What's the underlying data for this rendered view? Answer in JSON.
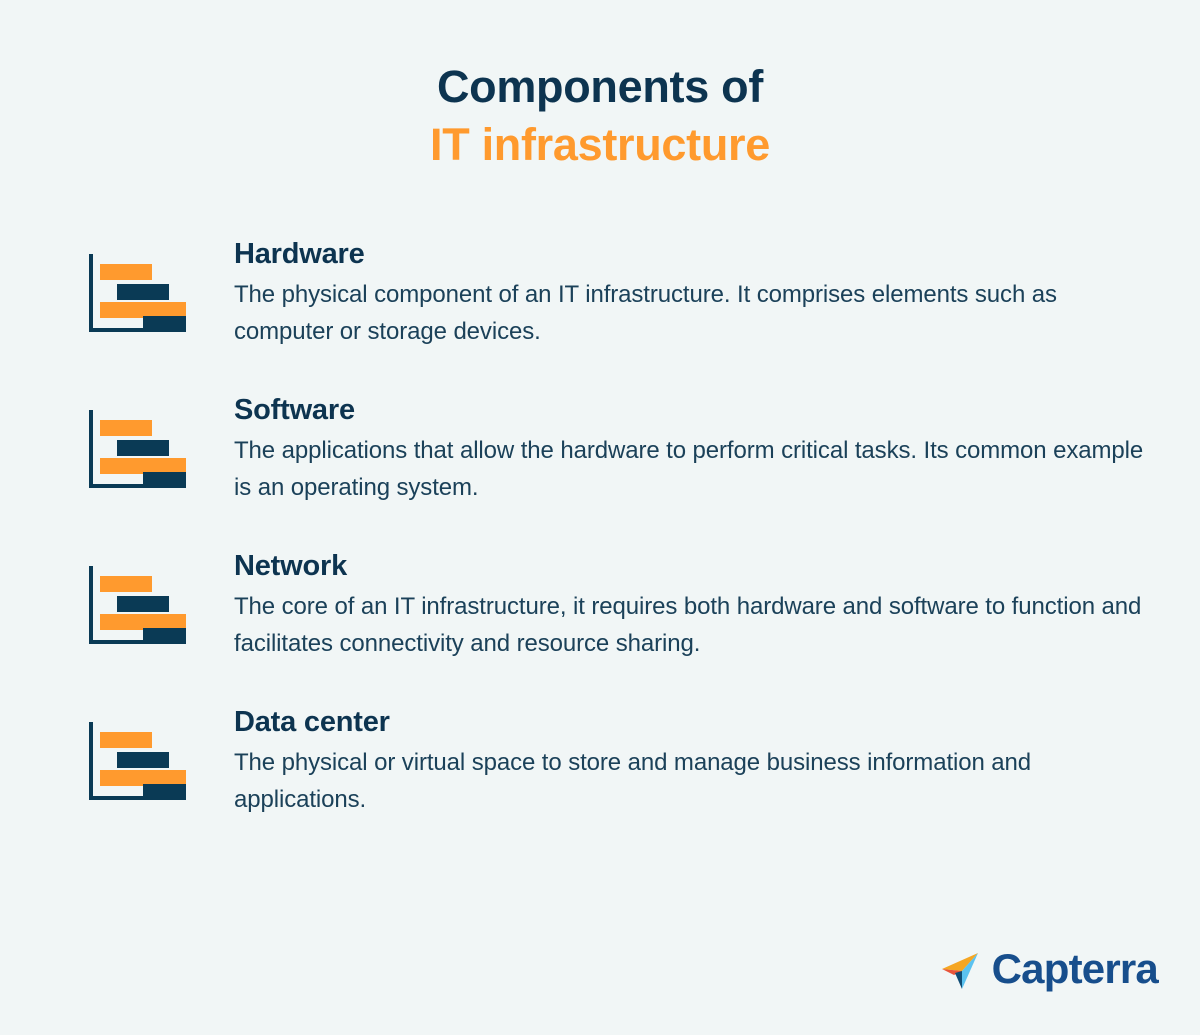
{
  "colors": {
    "background": "#F1F6F6",
    "navy": "#0D3450",
    "orange": "#FF9A2E",
    "body_text": "#1B4159",
    "axis": "#0A3A55",
    "logo_blue": "#174E8C",
    "logo_light_blue": "#5BC2F0",
    "logo_orange": "#F5A623",
    "logo_red": "#E8553A",
    "logo_dark": "#0F4C75"
  },
  "title": {
    "line1": "Components of",
    "line2": "IT infrastructure"
  },
  "sections": [
    {
      "icon": "gantt-chart-icon",
      "heading": "Hardware",
      "body": "The physical component of an IT infrastructure. It comprises elements such as computer or storage devices."
    },
    {
      "icon": "gantt-chart-icon",
      "heading": "Software",
      "body": "The applications that allow the hardware to perform critical tasks. Its common example is an operating system."
    },
    {
      "icon": "gantt-chart-icon",
      "heading": "Network",
      "body": "The core of an IT infrastructure, it requires both hardware and software to function and facilitates connectivity and resource sharing."
    },
    {
      "icon": "gantt-chart-icon",
      "heading": "Data center",
      "body": "The physical or virtual space to store and manage business information and applications."
    }
  ],
  "logo": {
    "mark": "paper-plane-icon",
    "wordmark": "Capterra"
  }
}
